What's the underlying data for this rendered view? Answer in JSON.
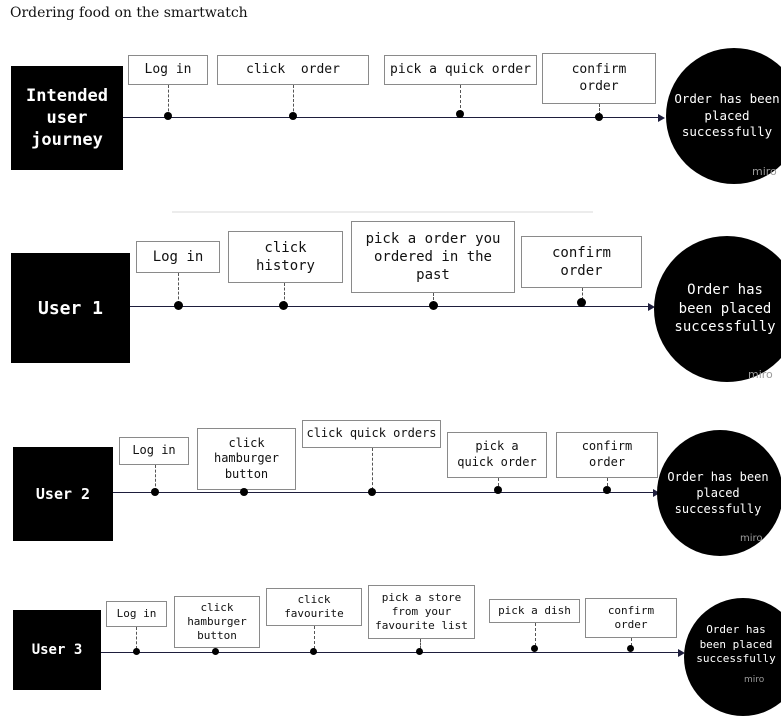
{
  "title": "Ordering food on the smartwatch",
  "watermark": "miro",
  "rows": [
    {
      "label": "Intended user journey",
      "steps": [
        "Log in",
        "click  order",
        "pick a quick order",
        "confirm order"
      ],
      "outcome": "Order has been placed successfully"
    },
    {
      "label": "User 1",
      "steps": [
        "Log in",
        "click history",
        "pick a order you ordered in the past",
        "confirm order"
      ],
      "outcome": "Order has been placed successfully"
    },
    {
      "label": "User 2",
      "steps": [
        "Log in",
        "click hamburger button",
        "click quick orders",
        "pick a quick order",
        "confirm order"
      ],
      "outcome": "Order has been placed successfully"
    },
    {
      "label": "User 3",
      "steps": [
        "Log in",
        "click hamburger button",
        "click favourite",
        "pick a store from your favourite list",
        "pick a dish",
        "confirm order"
      ],
      "outcome": "Order has been placed successfully"
    }
  ]
}
